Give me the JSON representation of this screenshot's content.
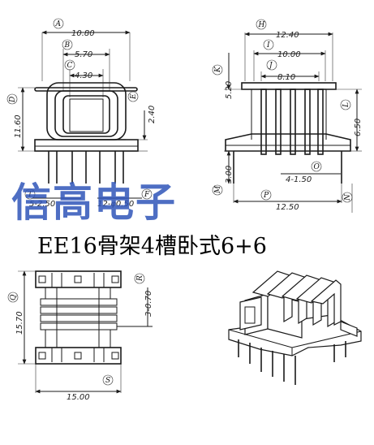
{
  "brand": "信高电子",
  "title": "EE16骨架4槽卧式6+6",
  "front_view": {
    "dims": [
      "10.80",
      "5.70",
      "4.30",
      "11.60",
      "2.40",
      "5-2.50",
      "12-φ0.50"
    ],
    "labels": [
      "A",
      "B",
      "C",
      "D",
      "E",
      "T",
      "F"
    ]
  },
  "side_view": {
    "dims": [
      "12.40",
      "10.00",
      "8.10",
      "5.20",
      "6.50",
      "4-1.50",
      "12.50",
      "3.00"
    ],
    "labels": [
      "H",
      "I",
      "J",
      "K",
      "L",
      "O",
      "P",
      "M",
      "N"
    ]
  },
  "bottom_view": {
    "dims": [
      "15.70",
      "3-0.70",
      "15.00"
    ],
    "labels": [
      "Q",
      "R",
      "S"
    ]
  }
}
